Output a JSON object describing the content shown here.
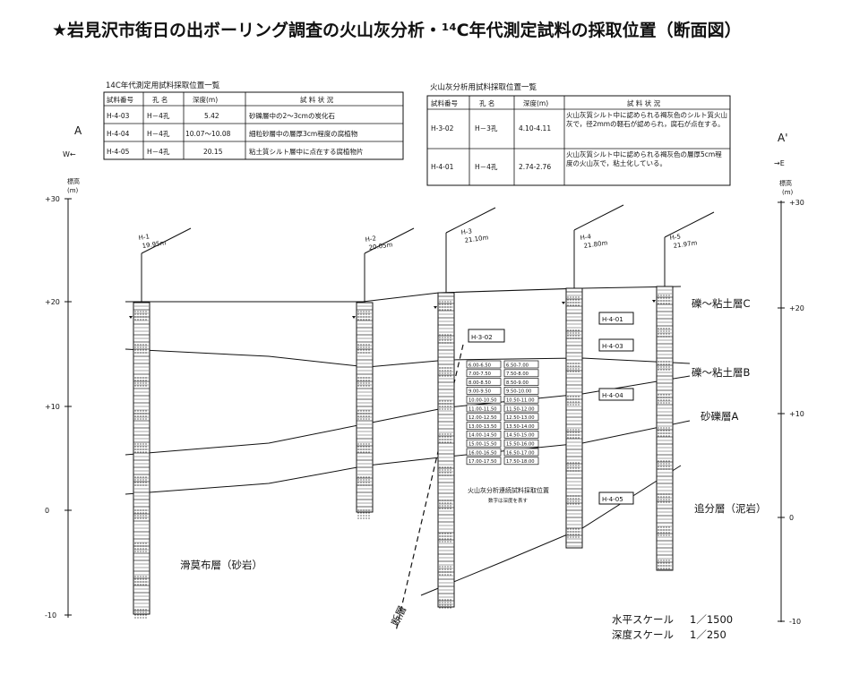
{
  "title": "★岩見沢市街日の出ボーリング調査の火山灰分析・¹⁴C年代測定試料の採取位置（断面図）",
  "table_c14": {
    "caption": "14C年代測定用試料採取位置一覧",
    "headers": [
      "試料番号",
      "孔 名",
      "深度(m)",
      "試 料 状 況"
    ],
    "rows": [
      [
        "H-4-03",
        "H－4孔",
        "5.42",
        "砂礫層中の2～3cmの炭化石"
      ],
      [
        "H-4-04",
        "H－4孔",
        "10.07～10.08",
        "細粒砂層中の層厚3cm程度の腐植物"
      ],
      [
        "H-4-05",
        "H－4孔",
        "20.15",
        "粘土質シルト層中に点在する腐植物片"
      ]
    ]
  },
  "table_ash": {
    "caption": "火山灰分析用試料採取位置一覧",
    "headers": [
      "試料番号",
      "孔 名",
      "深度(m)",
      "試 料 状 況"
    ],
    "rows": [
      [
        "H-3-02",
        "H－3孔",
        "4.10-4.11",
        "火山灰質シルト中に認められる褐灰色のシルト質火山灰で，径2mmの軽石が認められ，腐石が点在する。"
      ],
      [
        "H-4-01",
        "H－4孔",
        "2.74-2.76",
        "火山灰質シルト中に認められる褐灰色の層厚5cm程度の火山灰で，粘土化している。"
      ]
    ]
  },
  "left_axis": {
    "section_mark": "A",
    "direction": "W←",
    "unit_label": "標高",
    "unit": "(m)",
    "ticks": [
      "+30",
      "+20",
      "+10",
      "0",
      "-10"
    ]
  },
  "right_axis": {
    "section_mark": "A'",
    "direction": "→E",
    "unit_label": "標高",
    "unit": "(m)",
    "ticks": [
      "+30",
      "+20",
      "+10",
      "0",
      "-10"
    ]
  },
  "boreholes": [
    {
      "name": "H-1",
      "elev": "19.95m"
    },
    {
      "name": "H-2",
      "elev": "20.05m"
    },
    {
      "name": "H-3",
      "elev": "21.10m"
    },
    {
      "name": "H-4",
      "elev": "21.80m"
    },
    {
      "name": "H-5",
      "elev": "21.97m"
    }
  ],
  "sample_tags": [
    "H-4-01",
    "H-3-02",
    "H-4-03",
    "H-4-04",
    "H-4-05"
  ],
  "layers": [
    {
      "name": "礫～粘土層C"
    },
    {
      "name": "礫～粘土層B"
    },
    {
      "name": "砂礫層A"
    },
    {
      "name": "追分層（泥岩）"
    },
    {
      "name": "滑莫布層（砂岩）"
    }
  ],
  "fault_label": "断層",
  "continuous_sampling": {
    "intervals_left": [
      "6.00-6.50",
      "7.00-7.50",
      "8.00-8.50",
      "9.00-9.50",
      "10.00-10.50",
      "11.00-11.50",
      "12.00-12.50",
      "13.00-13.50",
      "14.00-14.50",
      "15.00-15.50",
      "16.00-16.50",
      "17.00-17.50"
    ],
    "intervals_right": [
      "6.50-7.00",
      "7.50-8.00",
      "8.50-9.00",
      "9.50-10.00",
      "10.50-11.00",
      "11.50-12.00",
      "12.50-13.00",
      "13.50-14.00",
      "14.50-15.00",
      "15.50-16.00",
      "16.50-17.00",
      "17.50-18.00"
    ],
    "caption": "火山灰分析連続試料採取位置",
    "note": "数字は深度を表す"
  },
  "scales": [
    {
      "label": "水平スケール",
      "value": "1／1500"
    },
    {
      "label": "深度スケール",
      "value": "1／250"
    }
  ]
}
